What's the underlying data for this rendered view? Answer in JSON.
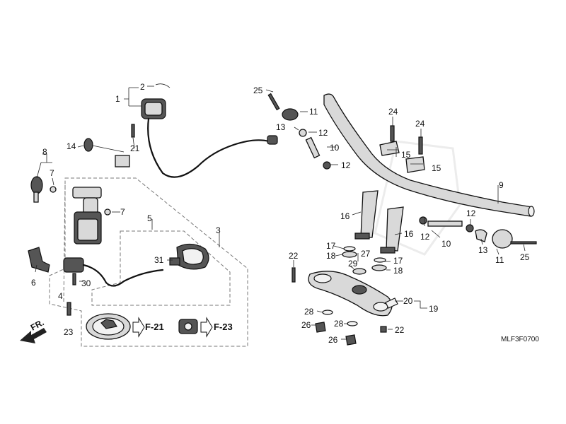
{
  "callouts": {
    "c1": "1",
    "c2": "2",
    "c3": "3",
    "c4": "4",
    "c5": "5",
    "c6": "6",
    "c7a": "7",
    "c7b": "7",
    "c8": "8",
    "c9": "9",
    "c10a": "10",
    "c10b": "10",
    "c11a": "11",
    "c11b": "11",
    "c12a": "12",
    "c12b": "12",
    "c12c": "12",
    "c13a": "13",
    "c13b": "13",
    "c14": "14",
    "c15a": "15",
    "c15b": "15",
    "c16a": "16",
    "c16b": "16",
    "c17a": "17",
    "c17b": "17",
    "c18a": "18",
    "c18b": "18",
    "c19": "19",
    "c20": "20",
    "c21": "21",
    "c22a": "22",
    "c22b": "22",
    "c23": "23",
    "c24a": "24",
    "c24b": "24",
    "c25a": "25",
    "c25b": "25",
    "c26a": "26",
    "c26b": "26",
    "c27": "27",
    "c28a": "28",
    "c28b": "28",
    "c29": "29",
    "c30": "30",
    "c31": "31"
  },
  "references": {
    "ref_a": "F-21",
    "ref_b": "F-23"
  },
  "front_marker": "FR.",
  "diagram_code": "MLF3F0700"
}
